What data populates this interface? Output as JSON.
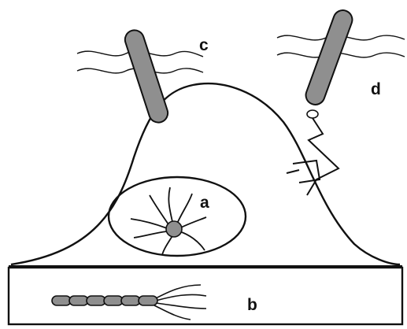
{
  "colors": {
    "background": "#ffffff",
    "line": "#111111",
    "bacterium_fill": "#8f8f8f"
  },
  "labels": {
    "a": "a",
    "b": "b",
    "c": "c",
    "d": "d"
  },
  "icons": {
    "a": "nucleus-bacterium-icon",
    "b": "chain-bacterium-icon",
    "c": "rod-bacterium-icon",
    "d": "rod-bacterium-icon"
  }
}
